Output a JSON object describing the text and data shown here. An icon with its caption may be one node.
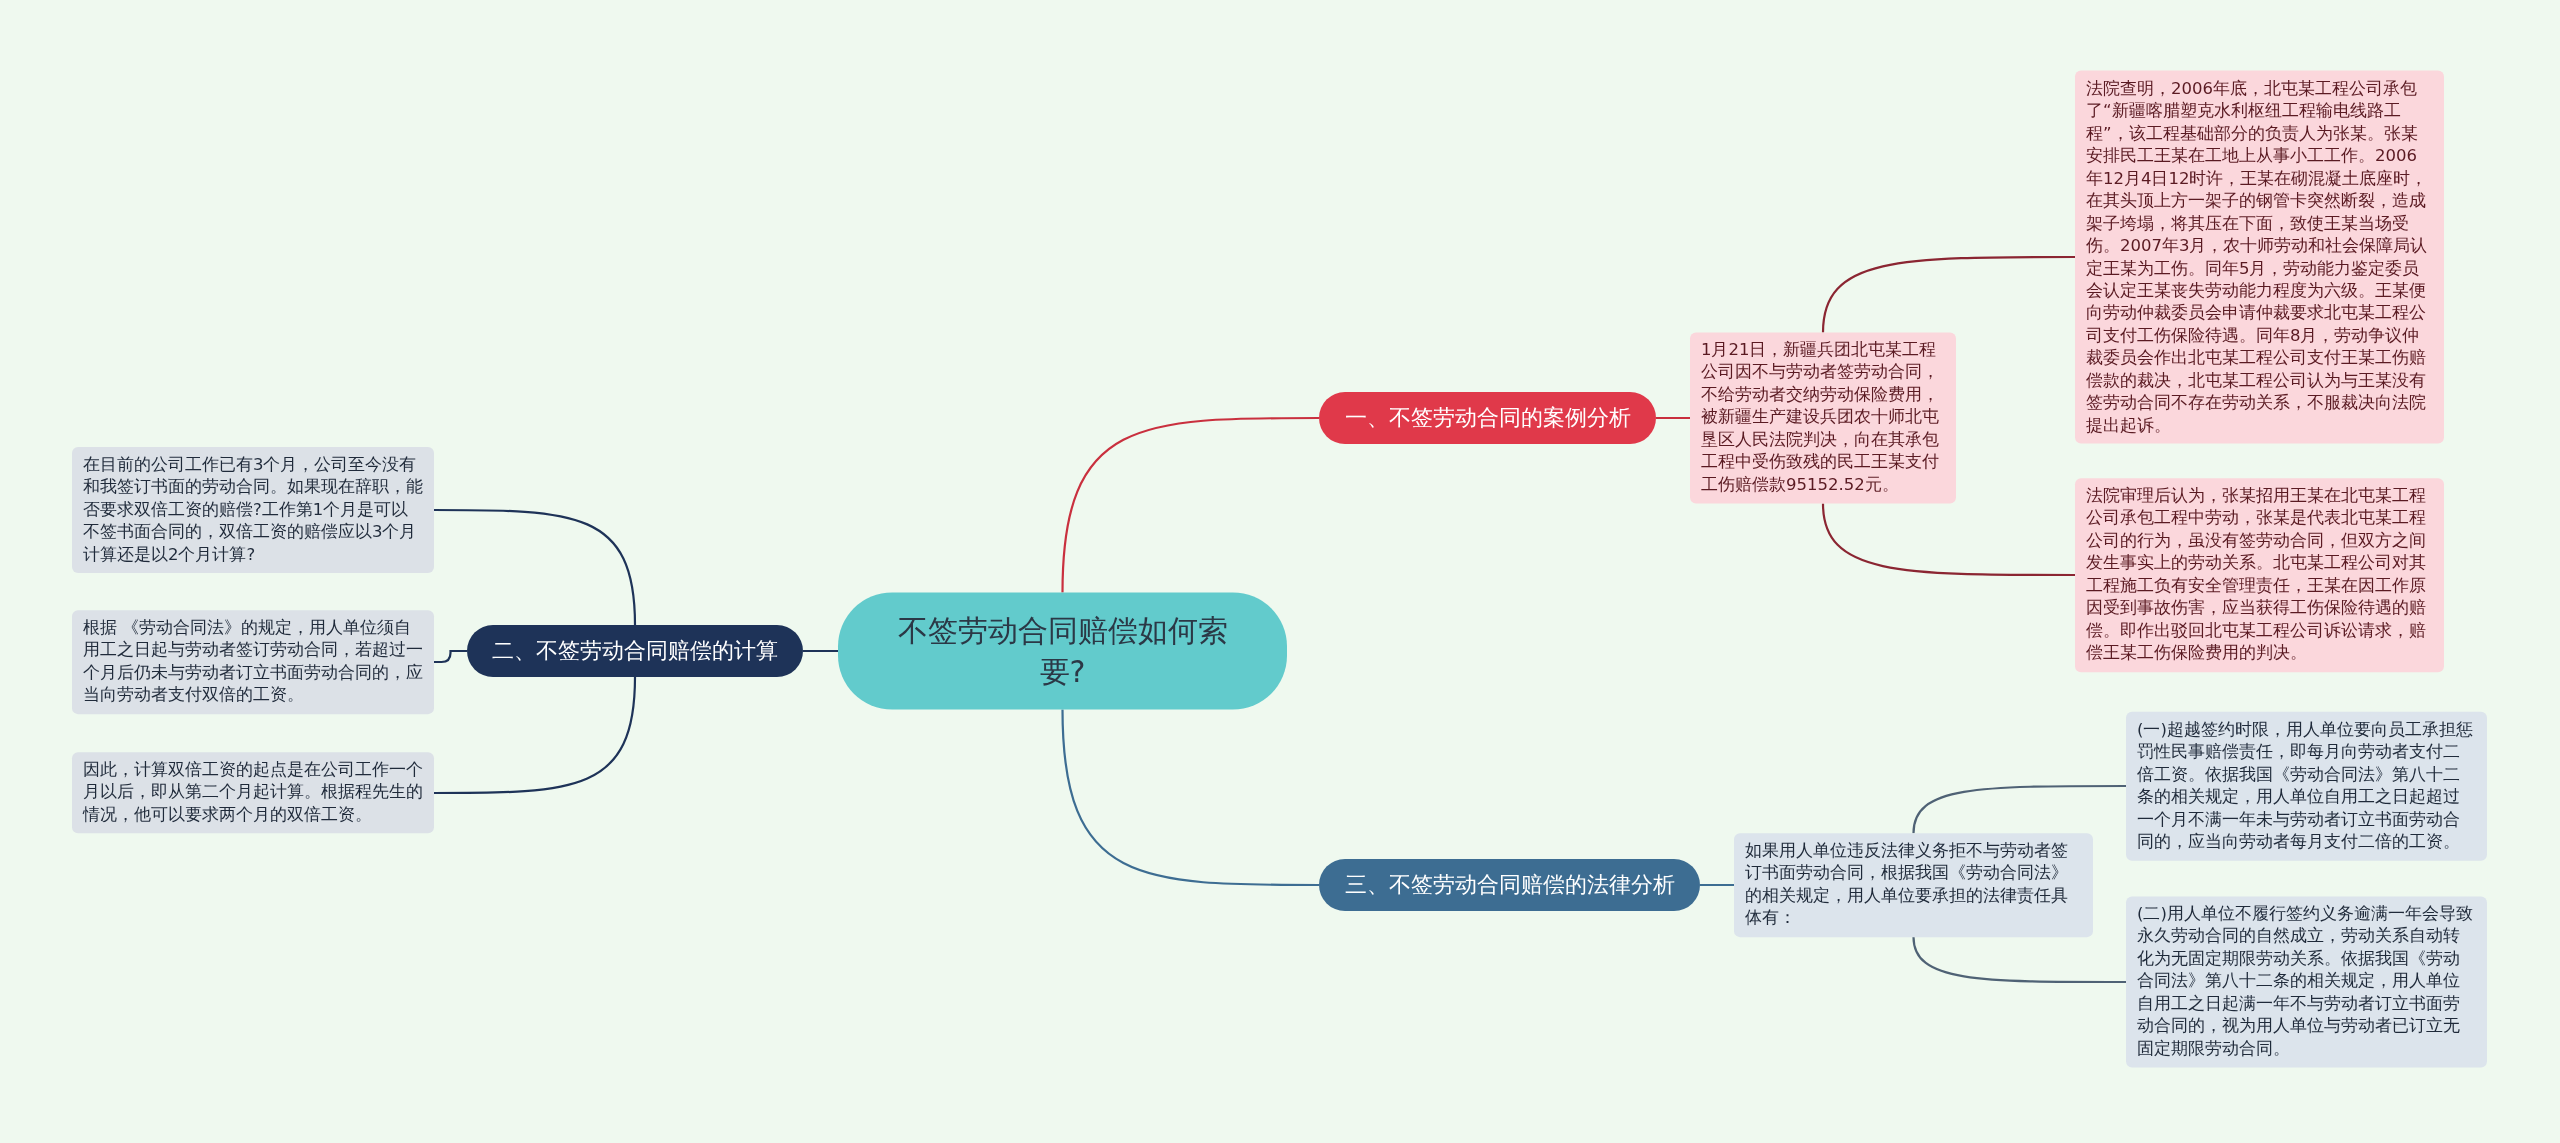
{
  "diagram": {
    "nodes": [
      {
        "text": [
          "不签劳动合同赔偿如何索要?"
        ]
      },
      {
        "text": [
          "一、不签劳动合同的案例分析"
        ]
      },
      {
        "text": [
          "1月21日，新疆兵团北屯某工程公司因不与劳动者签劳动合同，不给劳动者交纳劳动保险费用，被新疆生产建设兵团农十师北屯垦区人民法院判决，向在其承包工程中受伤致残的民工王某支付工伤赔偿款95152.52元。"
        ]
      },
      {
        "text": [
          "法院查明，2006年底，北屯某工程公司承包了“新疆喀腊塑克水利枢纽工程输电线路工程”，该工程基础部分的负责人为张某。张某安排民工王某在工地上从事小工工作。2006年12月4日12时许，王某在砌混凝土底座时，在其头顶上方一架子的钢管卡突然断裂，造成架子垮塌，将其压在下面，致使王某当场受伤。2007年3月，农十师劳动和社会保障局认定王某为工伤。同年5月，劳动能力鉴定委员会认定王某丧失劳动能力程度为六级。王某便向劳动仲裁委员会申请仲裁要求北屯某工程公司支付工伤保险待遇。同年8月，劳动争议仲裁委员会作出北屯某工程公司支付王某工伤赔偿款的裁决，北屯某工程公司认为与王某没有签劳动合同不存在劳动关系，不服裁决向法院提出起诉。"
        ]
      },
      {
        "text": [
          "法院审理后认为，张某招用王某在北屯某工程公司承包工程中劳动，张某是代表北屯某工程公司的行为，虽没有签劳动合同，但双方之间发生事实上的劳动关系。北屯某工程公司对其工程施工负有安全管理责任，王某在因工作原因受到事故伤害，应当获得工伤保险待遇的赔偿。即作出驳回北屯某工程公司诉讼请求，赔偿王某工伤保险费用的判决。"
        ]
      },
      {
        "text": [
          "二、不签劳动合同赔偿的计算"
        ]
      },
      {
        "text": [
          "在目前的公司工作已有3个月，公司至今没有和我签订书面的劳动合同。如果现在辞职，能否要求双倍工资的赔偿?工作第1个月是可以不签书面合同的，双倍工资的赔偿应以3个月计算还是以2个月计算?"
        ]
      },
      {
        "text": [
          "根据 《劳动合同法》的规定，用人单位须自用工之日起与劳动者签订劳动合同，若超过一个月后仍未与劳动者订立书面劳动合同的，应当向劳动者支付双倍的工资。"
        ]
      },
      {
        "text": [
          "因此，计算双倍工资的起点是在公司工作一个月以后，即从第二个月起计算。根据程先生的情况，他可以要求两个月的双倍工资。"
        ]
      },
      {
        "text": [
          "三、不签劳动合同赔偿的法律分析"
        ]
      },
      {
        "text": [
          "如果用人单位违反法律义务拒不与劳动者签订书面劳动合同，根据我国《劳动合同法》的相关规定，用人单位要承担的法律责任具体有："
        ]
      },
      {
        "text": [
          "(一)超越签约时限，用人单位要向员工承担惩罚性民事赔偿责任，即每月向劳动者支付二倍工资。依据我国《劳动合同法》第八十二条的相关规定，用人单位自用工之日起超过一个月不满一年未与劳动者订立书面劳动合同的，应当向劳动者每月支付二倍的工资。"
        ]
      },
      {
        "text": [
          "(二)用人单位不履行签约义务逾满一年会导致永久劳动合同的自然成立，劳动关系自动转化为无固定期限劳动关系。依据我国《劳动合同法》第八十二条的相关规定，用人单位自用工之日起满一年不与劳动者订立书面劳动合同的，视为用人单位与劳动者已订立无固定期限劳动合同。"
        ]
      }
    ],
    "edges": [
      {
        "from": 0,
        "to": 1,
        "arrow": "none",
        "color": "#c9303e"
      },
      {
        "from": 1,
        "to": 2,
        "arrow": "none",
        "color": "#c9303e"
      },
      {
        "from": 2,
        "to": 3,
        "arrow": "none",
        "color": "#8b2632"
      },
      {
        "from": 2,
        "to": 4,
        "arrow": "none",
        "color": "#8b2632"
      },
      {
        "from": 0,
        "to": 5,
        "arrow": "none",
        "color": "#1e3358"
      },
      {
        "from": 5,
        "to": 6,
        "arrow": "none",
        "color": "#1e3358"
      },
      {
        "from": 5,
        "to": 7,
        "arrow": "none",
        "color": "#1e3358"
      },
      {
        "from": 5,
        "to": 8,
        "arrow": "none",
        "color": "#1e3358"
      },
      {
        "from": 0,
        "to": 9,
        "arrow": "none",
        "color": "#3d6d92"
      },
      {
        "from": 9,
        "to": 10,
        "arrow": "none",
        "color": "#3d6d92"
      },
      {
        "from": 10,
        "to": 11,
        "arrow": "none",
        "color": "#4f6275"
      },
      {
        "from": 10,
        "to": 12,
        "arrow": "none",
        "color": "#4f6275"
      }
    ]
  }
}
